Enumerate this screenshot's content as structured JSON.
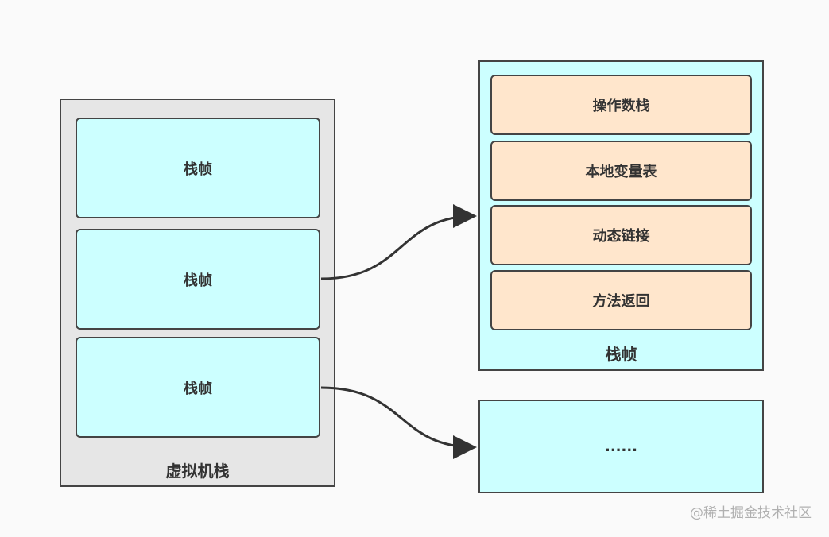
{
  "vm_stack": {
    "label": "虚拟机栈",
    "frames": [
      {
        "label": "栈帧"
      },
      {
        "label": "栈帧"
      },
      {
        "label": "栈帧"
      }
    ]
  },
  "frame_detail": {
    "label": "栈帧",
    "parts": [
      {
        "label": "操作数栈"
      },
      {
        "label": "本地变量表"
      },
      {
        "label": "动态链接"
      },
      {
        "label": "方法返回"
      }
    ]
  },
  "ellipsis_box": {
    "label": "......"
  },
  "watermark": "@稀土掘金技术社区",
  "colors": {
    "frame_fill": "#ccffff",
    "part_fill": "#ffe6cc",
    "stack_fill": "#e6e6e6",
    "stroke": "#444444",
    "arrow": "#333333"
  }
}
